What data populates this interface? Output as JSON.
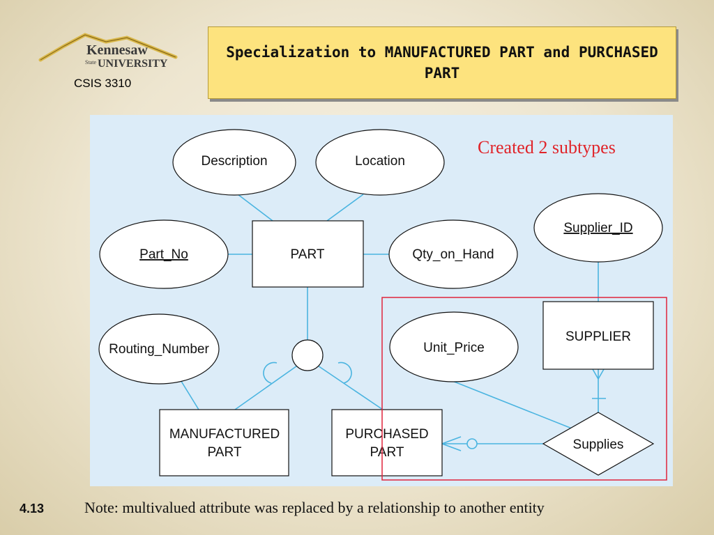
{
  "header": {
    "logo_line1": "Kennesaw",
    "logo_line2_small": "State",
    "logo_line2": "UNIVERSITY",
    "course": "CSIS 3310",
    "title": "Specialization to MANUFACTURED PART and PURCHASED PART"
  },
  "diagram": {
    "annotation": "Created 2 subtypes",
    "entities": {
      "part": "PART",
      "supplier": "SUPPLIER",
      "manufactured_line1": "MANUFACTURED",
      "manufactured_line2": "PART",
      "purchased_line1": "PURCHASED",
      "purchased_line2": "PART"
    },
    "attributes": {
      "description": "Description",
      "location": "Location",
      "part_no": "Part_No",
      "qty_on_hand": "Qty_on_Hand",
      "supplier_id": "Supplier_ID",
      "routing_number": "Routing_Number",
      "unit_price": "Unit_Price"
    },
    "relationship": "Supplies",
    "colors": {
      "line": "#4ab4e0",
      "highlight": "#e0243c",
      "background": "#dcecf8"
    }
  },
  "footer": {
    "slide_number": "4.13",
    "note": "Note: multivalued attribute was replaced by a relationship to another entity"
  }
}
